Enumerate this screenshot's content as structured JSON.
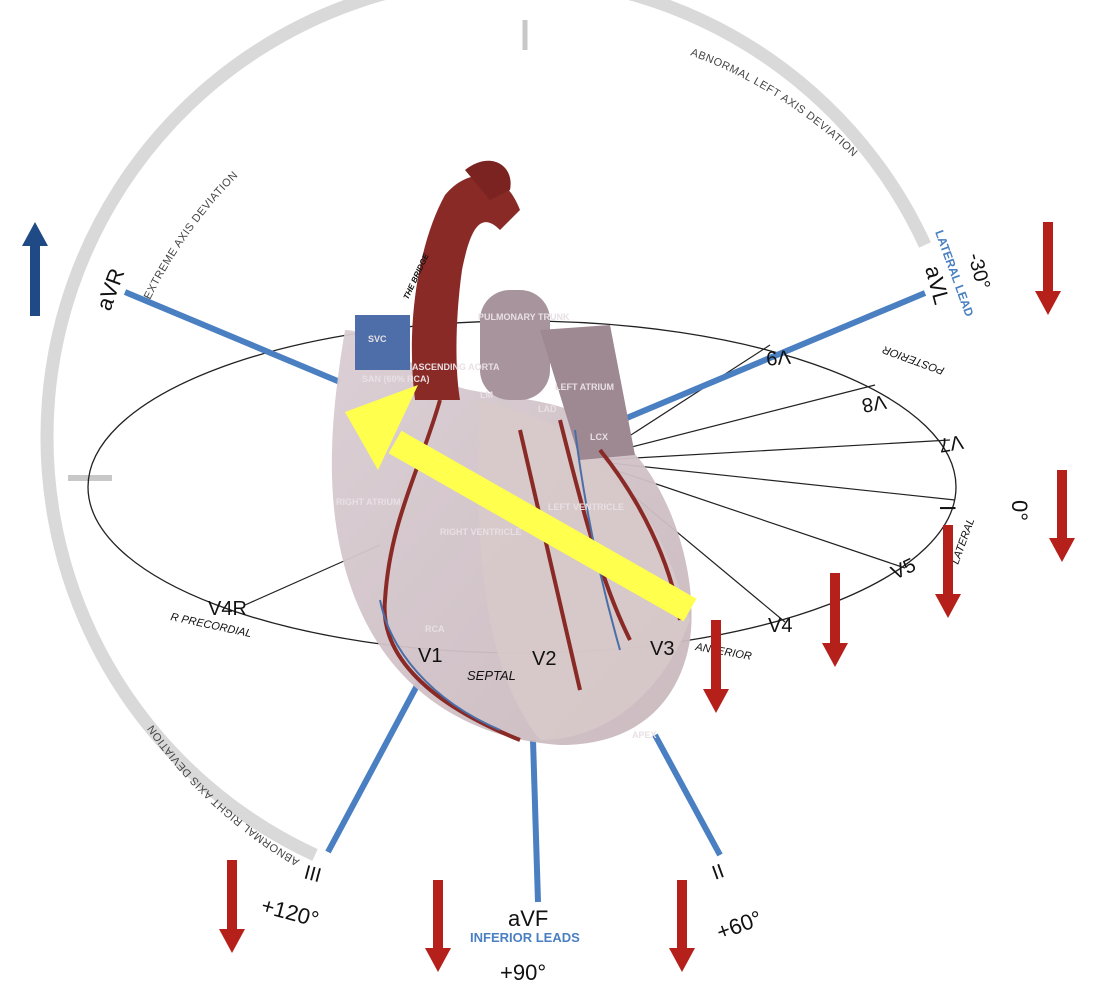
{
  "title_arc": {
    "extreme": "EXTREME AXIS DEVIATION",
    "left": "ABNORMAL LEFT AXIS DEVIATION",
    "right": "ABNORMAL RIGHT AXIS DEVIATION"
  },
  "limb_leads": {
    "avr": "aVR",
    "avl": "aVL",
    "avl_angle": "-30°",
    "lateral_lead": "LATERAL LEAD",
    "i": "I",
    "i_angle": "0°",
    "iii": "III",
    "iii_angle": "+120°",
    "avf": "aVF",
    "inferior_leads": "INFERIOR LEADS",
    "avf_angle": "+90°",
    "ii": "II",
    "ii_angle": "+60°"
  },
  "precordial": {
    "v4r": "V4R",
    "v1": "V1",
    "v2": "V2",
    "v3": "V3",
    "v4": "V4",
    "v5": "V5",
    "v7": "V7",
    "v8": "V8",
    "v9": "V9",
    "r_precordial": "R PRECORDIAL",
    "septal": "SEPTAL",
    "anterior": "ANTERIOR",
    "lateral": "LATERAL",
    "posterior": "POSTERIOR"
  },
  "heart": {
    "svc": "SVC",
    "san": "SAN (60% RCA)",
    "aorta": "ASCENDING AORTA",
    "pulm": "PULMONARY TRUNK",
    "la": "LEFT ATRIUM",
    "ra": "RIGHT ATRIUM",
    "rv": "RIGHT VENTRICLE",
    "lv": "LEFT VENTRICLE",
    "lm": "LM",
    "lad": "LAD",
    "lcx": "LCX",
    "rca": "RCA",
    "apex": "APEX",
    "bridge": "THE BRIDGE"
  },
  "colors": {
    "arc": "#d9d9d9",
    "lead_blue": "#4a7fc1",
    "axis_arrow": "#ffff4d",
    "down_arrow": "#b5201b",
    "up_arrow": "#1f4a85"
  }
}
